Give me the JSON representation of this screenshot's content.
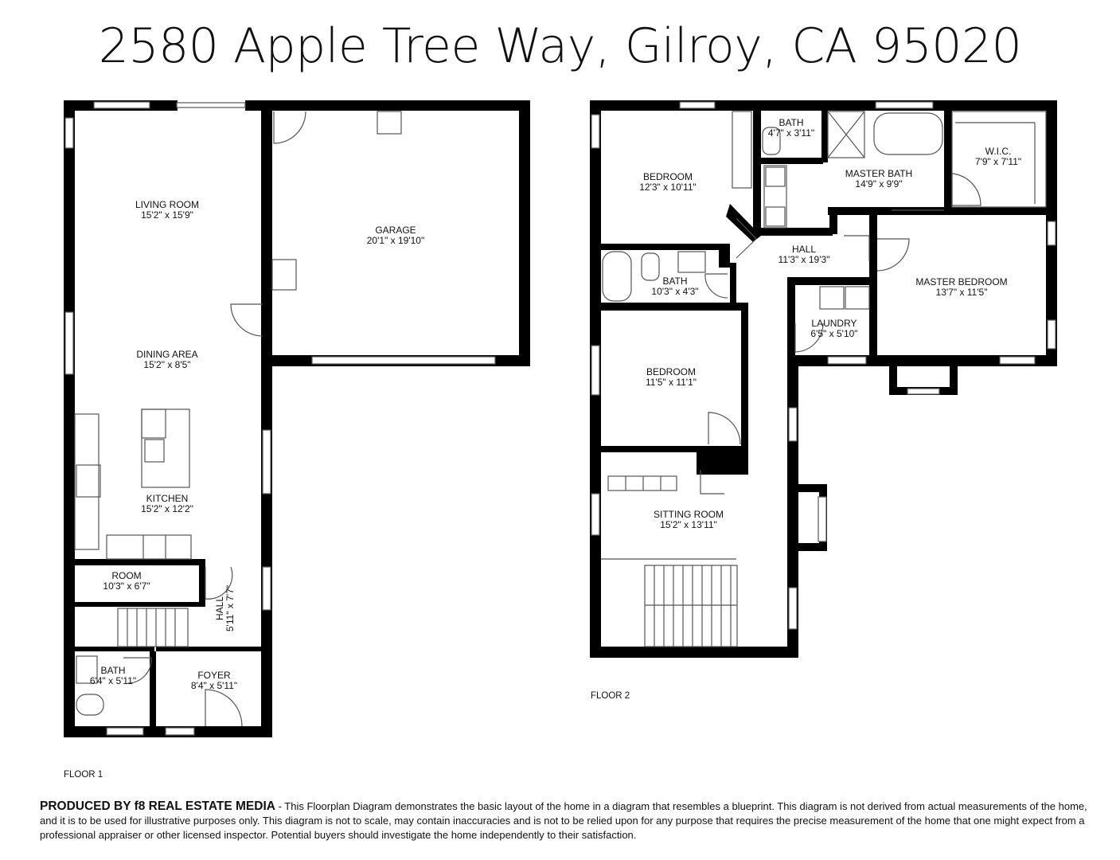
{
  "title": "2580 Apple Tree Way, Gilroy, CA  95020",
  "floor1": {
    "label": "FLOOR 1",
    "rooms": [
      {
        "name": "LIVING ROOM",
        "dims": "15'2\" x 15'9\""
      },
      {
        "name": "GARAGE",
        "dims": "20'1\" x 19'10\""
      },
      {
        "name": "DINING AREA",
        "dims": "15'2\" x 8'5\""
      },
      {
        "name": "KITCHEN",
        "dims": "15'2\" x 12'2\""
      },
      {
        "name": "ROOM",
        "dims": "10'3\" x 6'7\""
      },
      {
        "name": "HALL",
        "dims": "5'11\" x 7'7\""
      },
      {
        "name": "BATH",
        "dims": "6'4\" x 5'11\""
      },
      {
        "name": "FOYER",
        "dims": "8'4\" x 5'11\""
      }
    ]
  },
  "floor2": {
    "label": "FLOOR 2",
    "rooms": [
      {
        "name": "BATH",
        "dims": "4'7\" x 3'11\""
      },
      {
        "name": "BEDROOM",
        "dims": "12'3\" x 10'11\""
      },
      {
        "name": "MASTER BATH",
        "dims": "14'9\" x 9'9\""
      },
      {
        "name": "W.I.C.",
        "dims": "7'9\" x 7'11\""
      },
      {
        "name": "HALL",
        "dims": "11'3\" x 19'3\""
      },
      {
        "name": "BATH",
        "dims": "10'3\" x 4'3\""
      },
      {
        "name": "MASTER BEDROOM",
        "dims": "13'7\" x 11'5\""
      },
      {
        "name": "LAUNDRY",
        "dims": "6'5\" x 5'10\""
      },
      {
        "name": "BEDROOM",
        "dims": "11'5\" x 11'1\""
      },
      {
        "name": "SITTING ROOM",
        "dims": "15'2\" x 13'11\""
      }
    ]
  },
  "disclaimer": {
    "producer": "PRODUCED BY f8 REAL ESTATE MEDIA",
    "text": " - This Floorplan Diagram demonstrates the basic layout of the home in a diagram that resembles a blueprint. This diagram is not derived from actual measurements of the home, and it is to be used for illustrative purposes only. This diagram is not to scale, may contain inaccuracies and is not to be relied upon for any purpose that requires the precise measurement of the home that one might expect from a professional appraiser or other licensed inspector. Potential buyers should investigate the home independently to their satisfaction."
  }
}
